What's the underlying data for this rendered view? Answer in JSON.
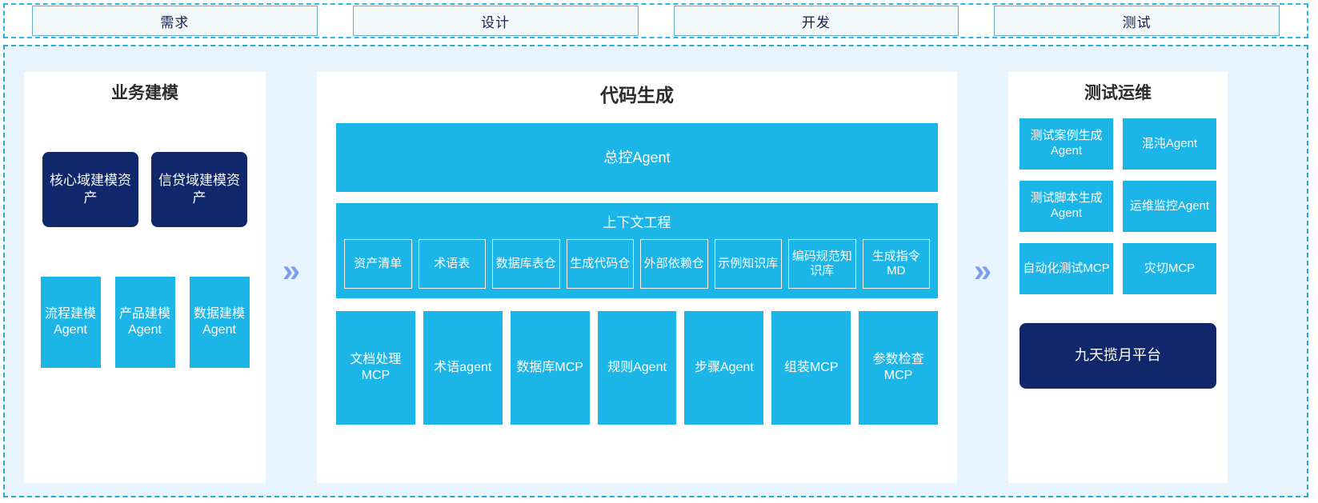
{
  "phases": {
    "items": [
      {
        "label": "需求"
      },
      {
        "label": "设计"
      },
      {
        "label": "开发"
      },
      {
        "label": "测试"
      }
    ]
  },
  "arrows": {
    "glyph": "»"
  },
  "colors": {
    "accent_blue": "#1CB5E8",
    "navy": "#10276B",
    "panel_bg": "#E8F4FD",
    "arrow": "#7B9EF0",
    "frame_dash": "#29B6E8"
  },
  "left_panel": {
    "title": "业务建模",
    "assets": [
      {
        "label": "核心域建模资产"
      },
      {
        "label": "信贷域建模资产"
      }
    ],
    "agents": [
      {
        "label": "流程建模Agent"
      },
      {
        "label": "产品建模Agent"
      },
      {
        "label": "数据建模Agent"
      }
    ]
  },
  "center_panel": {
    "title": "代码生成",
    "master_agent": "总控Agent",
    "context": {
      "title": "上下文工程",
      "boxes": [
        {
          "label": "资产清单"
        },
        {
          "label": "术语表"
        },
        {
          "label": "数据库表仓"
        },
        {
          "label": "生成代码仓"
        },
        {
          "label": "外部依赖仓"
        },
        {
          "label": "示例知识库"
        },
        {
          "label": "编码规范知识库"
        },
        {
          "label": "生成指令MD"
        }
      ]
    },
    "tools": [
      {
        "label": "文档处理MCP"
      },
      {
        "label": "术语agent"
      },
      {
        "label": "数据库MCP"
      },
      {
        "label": "规则Agent"
      },
      {
        "label": "步骤Agent"
      },
      {
        "label": "组装MCP"
      },
      {
        "label": "参数检查MCP"
      }
    ]
  },
  "right_panel": {
    "title": "测试运维",
    "cards": [
      {
        "label": "测试案例生成Agent"
      },
      {
        "label": "混沌Agent"
      },
      {
        "label": "测试脚本生成Agent"
      },
      {
        "label": "运维监控Agent"
      },
      {
        "label": "自动化测试MCP"
      },
      {
        "label": "灾切MCP"
      }
    ],
    "platform": "九天揽月平台"
  }
}
